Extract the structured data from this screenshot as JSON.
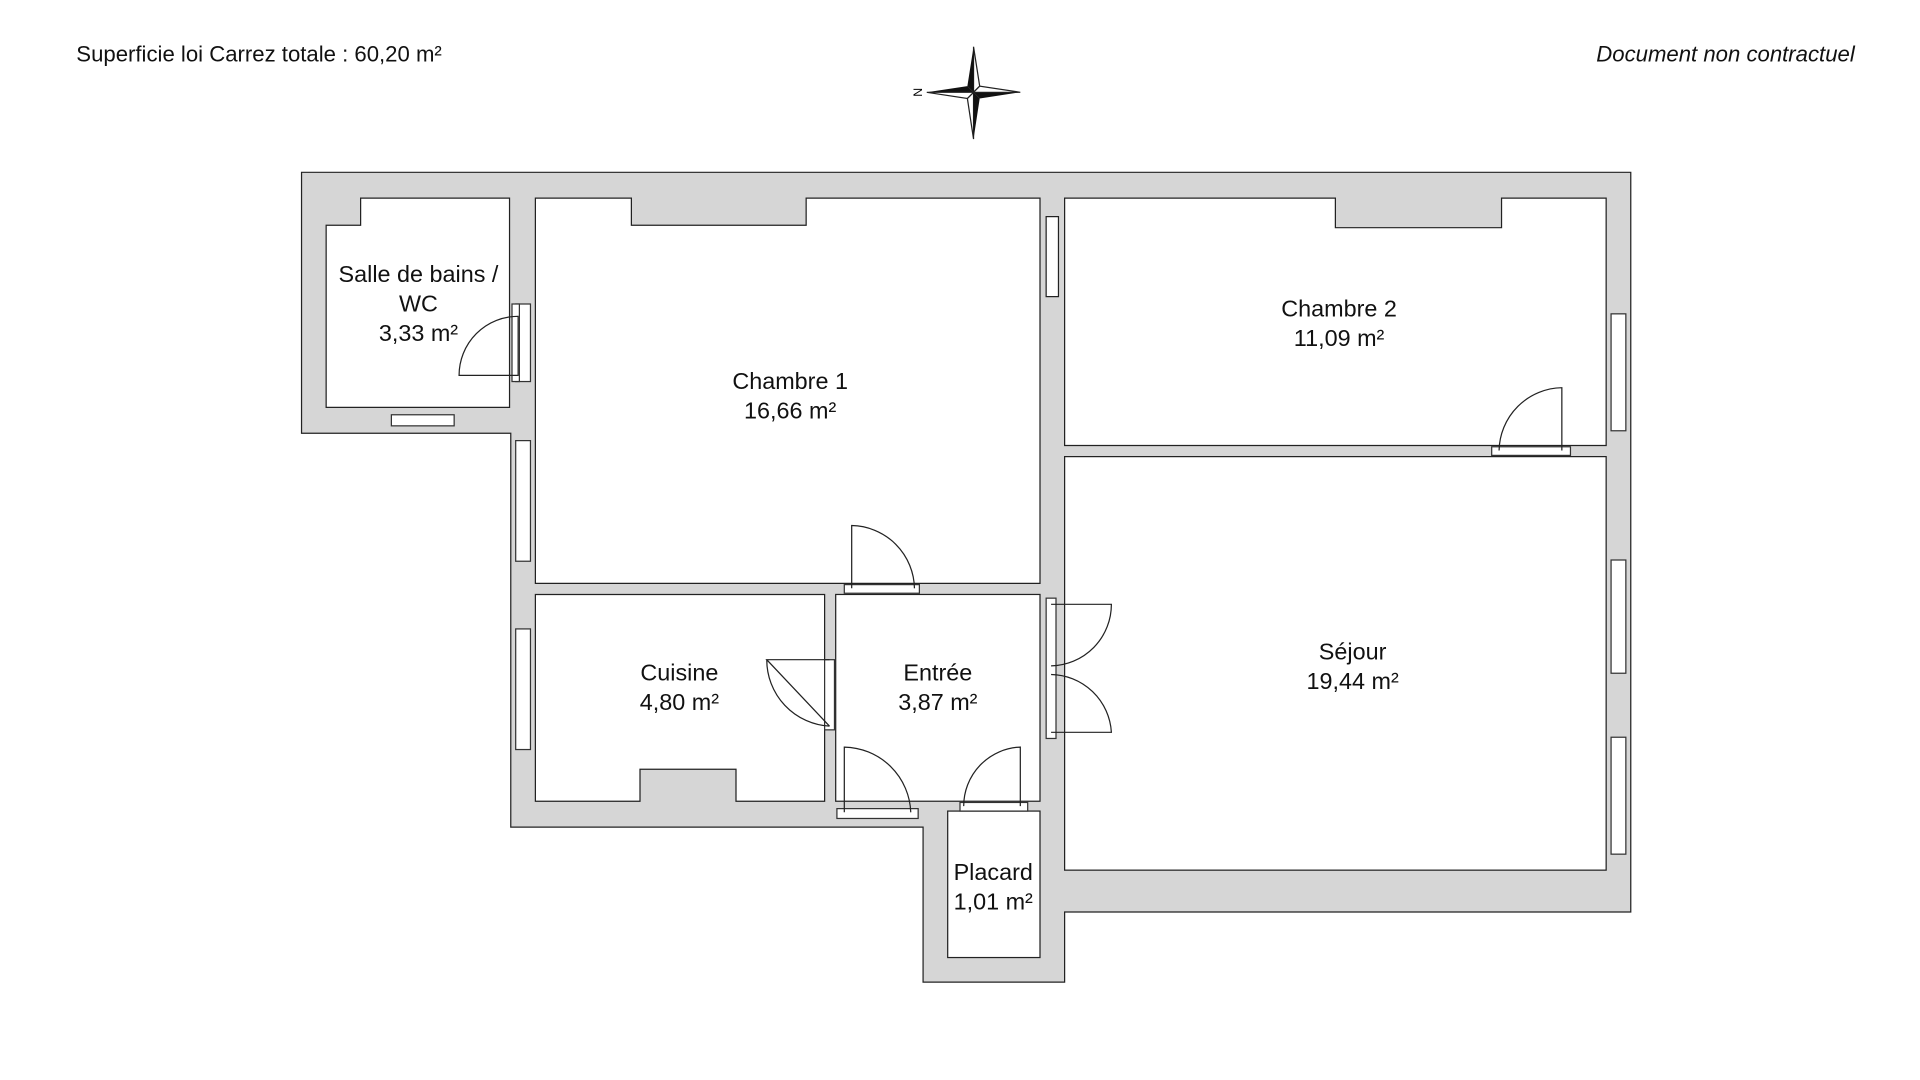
{
  "header": {
    "total_area": "Superficie loi Carrez totale :  60,20 m²",
    "disclaimer": "Document non contractuel"
  },
  "compass": {
    "north_label": "N"
  },
  "rooms": [
    {
      "name": "Salle de bains /",
      "name2": "WC",
      "area": "3,33 m²"
    },
    {
      "name": "Chambre 1",
      "area": "16,66 m²"
    },
    {
      "name": "Chambre 2",
      "area": "11,09 m²"
    },
    {
      "name": "Séjour",
      "area": "19,44 m²"
    },
    {
      "name": "Cuisine",
      "area": "4,80 m²"
    },
    {
      "name": "Entrée",
      "area": "3,87 m²"
    },
    {
      "name": "Placard",
      "area": "1,01 m²"
    }
  ],
  "colors": {
    "wall": "#d6d6d6",
    "line": "#222222"
  }
}
